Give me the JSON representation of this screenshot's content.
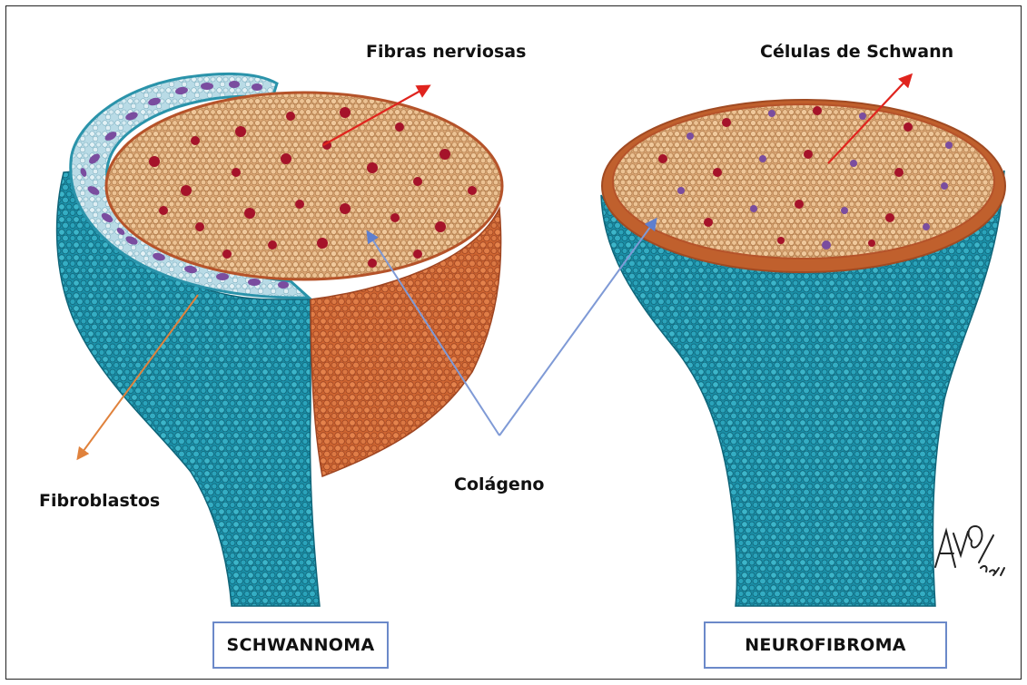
{
  "labels": {
    "fibras_nerviosas": "Fibras nerviosas",
    "celulas_schwann": "Células de Schwann",
    "fibroblastos": "Fibroblastos",
    "colageno": "Colágeno"
  },
  "captions": {
    "left": "SCHWANNOMA",
    "right": "NEUROFIBROMA"
  },
  "signature": "AVO 2019",
  "colors": {
    "teal": "#1f93a8",
    "teal_dark": "#157186",
    "orange": "#d9713c",
    "orange_dark": "#b5532a",
    "fascicle_tan": "#e2b486",
    "fiber_red": "#a5132a",
    "fibroblast_purple": "#7a4d9f",
    "arrow_red": "#e0241e",
    "arrow_orange": "#e0823c",
    "arrow_blue": "#7f9ad6",
    "caption_border": "#6b89c9"
  }
}
